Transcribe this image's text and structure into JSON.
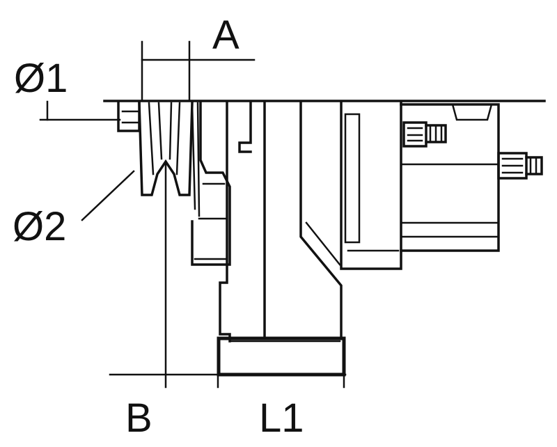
{
  "diagram": {
    "labels": {
      "phi1": "Ø1",
      "phi2": "Ø2",
      "a": "A",
      "b": "B",
      "l1": "L1"
    },
    "colors": {
      "ink": "#111111",
      "paper": "#ffffff"
    }
  }
}
